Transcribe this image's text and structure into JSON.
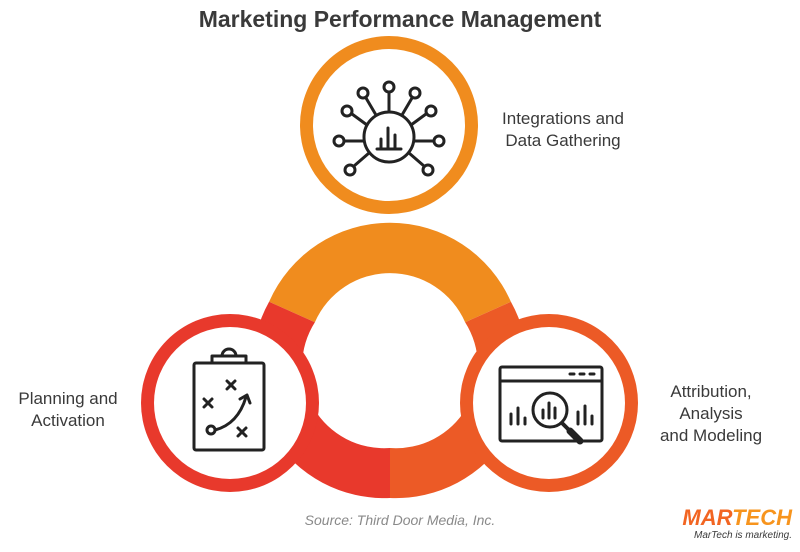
{
  "title": "Marketing Performance Management",
  "nodes": [
    {
      "label_lines": [
        "Integrations and",
        "Data Gathering"
      ],
      "icon": "network-chart-icon"
    },
    {
      "label_lines": [
        "Planning and",
        "Activation"
      ],
      "icon": "clipboard-play-icon"
    },
    {
      "label_lines": [
        "Attribution,",
        "Analysis",
        "and Modeling"
      ],
      "icon": "browser-magnifier-icon"
    }
  ],
  "source": "Source: Third Door Media, Inc.",
  "logo": {
    "word_part1": "MAR",
    "word_part2": "TECH",
    "tagline": "MarTech is marketing."
  },
  "colors": {
    "orange": "#f08c1e",
    "red": "#e8392c",
    "red_orange": "#ec5a26",
    "title_text": "#3a3a3a",
    "source_text": "#8a8a8a"
  }
}
